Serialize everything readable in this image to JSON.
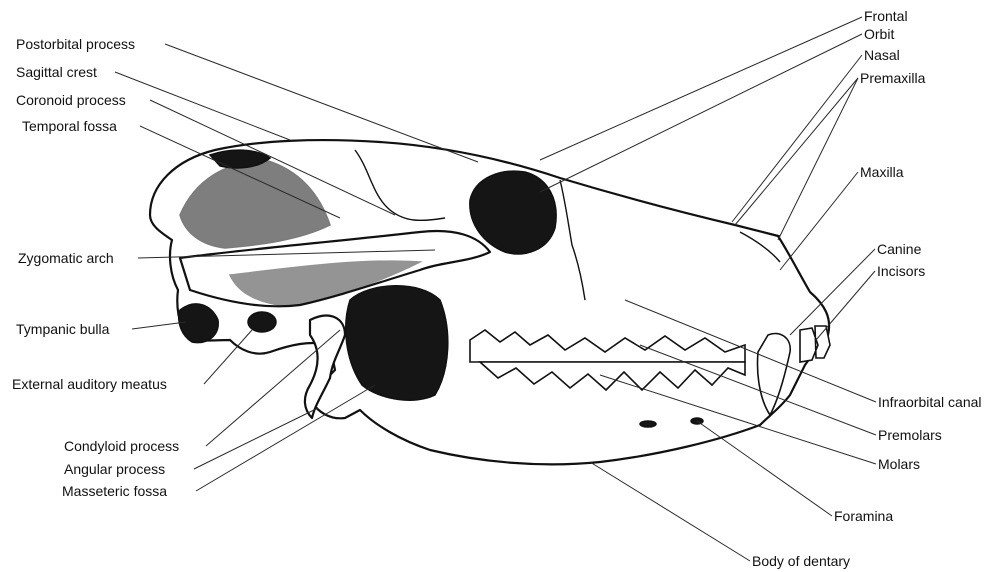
{
  "labels": {
    "frontal": "Frontal",
    "orbit": "Orbit",
    "nasal": "Nasal",
    "premaxilla": "Premaxilla",
    "maxilla": "Maxilla",
    "canine": "Canine",
    "incisors": "Incisors",
    "infraorbital_canal": "Infraorbital canal",
    "premolars": "Premolars",
    "molars": "Molars",
    "foramina": "Foramina",
    "body_of_dentary": "Body of dentary",
    "postorbital_process": "Postorbital process",
    "sagittal_crest": "Sagittal crest",
    "coronoid_process": "Coronoid process",
    "temporal_fossa": "Temporal fossa",
    "zygomatic_arch": "Zygomatic arch",
    "tympanic_bulla": "Tympanic bulla",
    "external_auditory_meatus": "External auditory meatus",
    "condyloid_process": "Condyloid process",
    "angular_process": "Angular process",
    "masseteric_fossa": "Masseteric fossa"
  },
  "colors": {
    "ink": "#111111",
    "paper": "#ffffff"
  }
}
